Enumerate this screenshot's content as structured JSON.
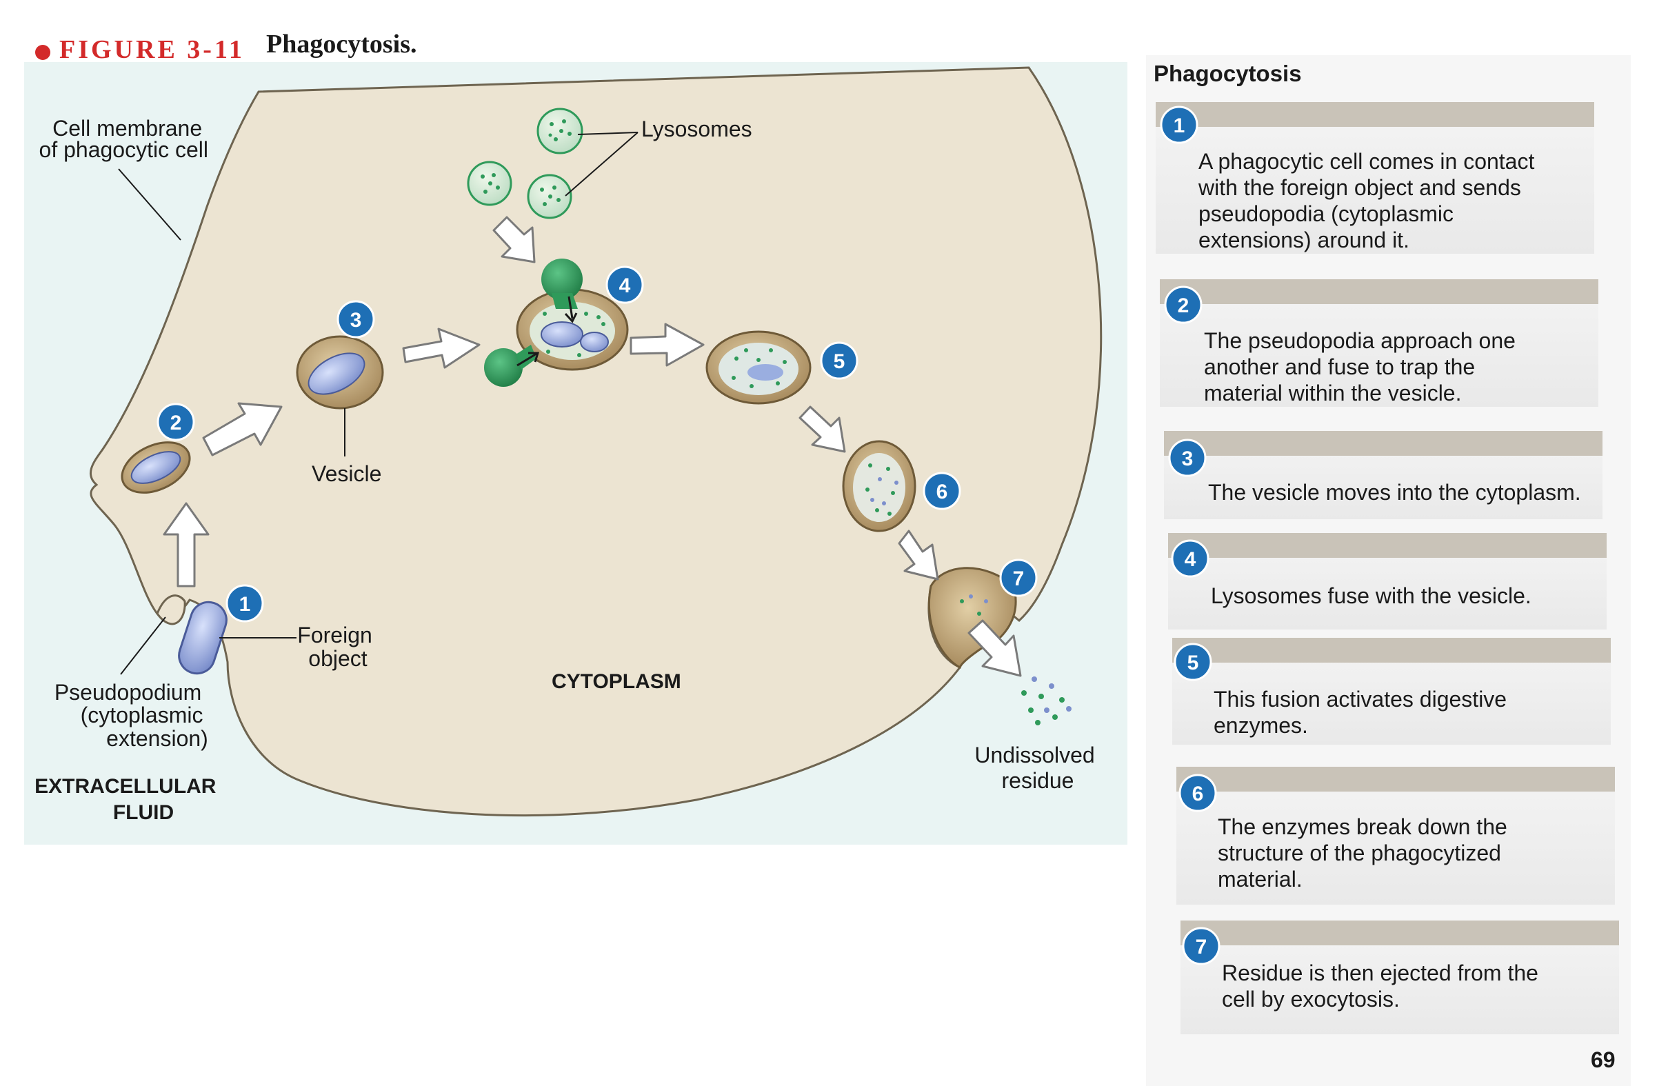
{
  "figure": {
    "label": "FIGURE 3-11",
    "title": "Phagocytosis."
  },
  "labels": {
    "cell_membrane": [
      "Cell membrane",
      "of phagocytic cell"
    ],
    "lysosomes": "Lysosomes",
    "vesicle": "Vesicle",
    "foreign_object": [
      "Foreign",
      "object"
    ],
    "pseudopodium": [
      "Pseudopodium",
      "(cytoplasmic",
      "extension)"
    ],
    "extracellular_fluid": [
      "EXTRACELLULAR",
      "FLUID"
    ],
    "cytoplasm": "CYTOPLASM",
    "undissolved_residue": [
      "Undissolved",
      "residue"
    ]
  },
  "stage_numbers": [
    "1",
    "2",
    "3",
    "4",
    "5",
    "6",
    "7"
  ],
  "panel": {
    "title": "Phagocytosis",
    "steps": [
      {
        "num": "1",
        "lines": [
          "A phagocytic cell comes in contact",
          "with the foreign object and sends",
          "pseudopodia (cytoplasmic",
          "extensions) around it."
        ]
      },
      {
        "num": "2",
        "lines": [
          "The pseudopodia approach one",
          "another and fuse to trap the",
          "material within the vesicle."
        ]
      },
      {
        "num": "3",
        "lines": [
          "The vesicle moves into the cytoplasm."
        ]
      },
      {
        "num": "4",
        "lines": [
          "Lysosomes fuse with the vesicle."
        ]
      },
      {
        "num": "5",
        "lines": [
          "This fusion activates digestive",
          "enzymes."
        ]
      },
      {
        "num": "6",
        "lines": [
          "The enzymes break down the",
          "structure of the phagocytized",
          "material."
        ]
      },
      {
        "num": "7",
        "lines": [
          "Residue is then ejected from the",
          "cell by exocytosis."
        ]
      }
    ]
  },
  "page_number": "69",
  "colors": {
    "cytoplasm": "#ece4d2",
    "membrane": "#6e6450",
    "vesicle": "#b89a6c",
    "object": "#8e9fd6",
    "lysosome": "#2f9a5a",
    "badge": "#1e6fb5",
    "arrow_fill": "#ffffff",
    "panel_bg": "#f1f1f1",
    "panel_bar": "#c9c3b8",
    "fluid_tint": "#e8f3f2"
  }
}
